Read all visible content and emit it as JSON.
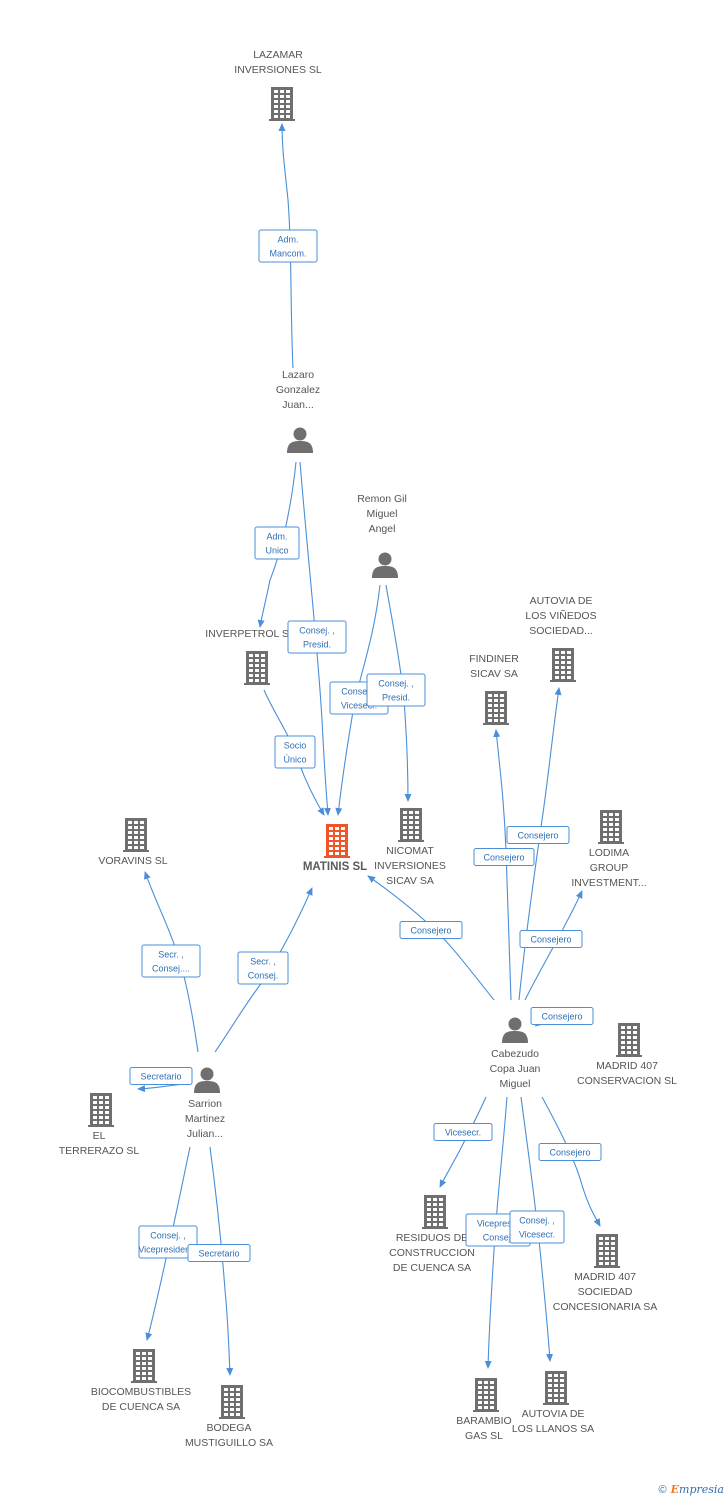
{
  "colors": {
    "edge": "#4a8fd8",
    "building": "#6f6f6f",
    "building_main": "#f0552a",
    "person": "#6f6f6f"
  },
  "nodes": [
    {
      "id": "lazamar",
      "type": "company",
      "lines": [
        "LAZAMAR",
        "INVERSIONES SL"
      ]
    },
    {
      "id": "lazaro",
      "type": "person",
      "lines": [
        "Lazaro",
        "Gonzalez",
        "Juan..."
      ]
    },
    {
      "id": "remon",
      "type": "person",
      "lines": [
        "Remon Gil",
        "Miguel",
        "Angel"
      ]
    },
    {
      "id": "inverpetrol",
      "type": "company",
      "lines": [
        "INVERPETROL SL"
      ]
    },
    {
      "id": "matinis",
      "type": "company",
      "main": true,
      "lines": [
        "MATINIS SL"
      ]
    },
    {
      "id": "nicomat",
      "type": "company",
      "lines": [
        "NICOMAT",
        "INVERSIONES",
        "SICAV SA"
      ]
    },
    {
      "id": "voravins",
      "type": "company",
      "lines": [
        "VORAVINS  SL"
      ]
    },
    {
      "id": "findiner",
      "type": "company",
      "lines": [
        "FINDINER",
        "SICAV SA"
      ]
    },
    {
      "id": "autovia_vinedos",
      "type": "company",
      "lines": [
        "AUTOVIA DE",
        "LOS VIÑEDOS",
        "SOCIEDAD..."
      ]
    },
    {
      "id": "lodima",
      "type": "company",
      "lines": [
        "LODIMA",
        "GROUP",
        "INVESTMENT..."
      ]
    },
    {
      "id": "cabezudo",
      "type": "person",
      "lines": [
        "Cabezudo",
        "Copa Juan",
        "Miguel"
      ]
    },
    {
      "id": "madrid407_cons",
      "type": "company",
      "lines": [
        "MADRID 407",
        "CONSERVACION SL"
      ]
    },
    {
      "id": "sarrion",
      "type": "person",
      "lines": [
        "Sarrion",
        "Martinez",
        "Julian..."
      ]
    },
    {
      "id": "terrerazo",
      "type": "company",
      "lines": [
        "EL",
        "TERRERAZO SL"
      ]
    },
    {
      "id": "residuos",
      "type": "company",
      "lines": [
        "RESIDUOS DE",
        "CONSTRUCCION",
        "DE CUENCA SA"
      ]
    },
    {
      "id": "madrid407_soc",
      "type": "company",
      "lines": [
        "MADRID 407",
        "SOCIEDAD",
        "CONCESIONARIA SA"
      ]
    },
    {
      "id": "biocombustibles",
      "type": "company",
      "lines": [
        "BIOCOMBUSTIBLES",
        "DE CUENCA SA"
      ]
    },
    {
      "id": "bodega",
      "type": "company",
      "lines": [
        "BODEGA",
        "MUSTIGUILLO SA"
      ]
    },
    {
      "id": "barambio",
      "type": "company",
      "lines": [
        "BARAMBIO",
        "GAS SL"
      ]
    },
    {
      "id": "autovia_llanos",
      "type": "company",
      "lines": [
        "AUTOVIA DE",
        "LOS LLANOS SA"
      ]
    }
  ],
  "edges": [
    {
      "from": "lazaro",
      "to": "lazamar",
      "label": [
        "Adm.",
        "Mancom."
      ]
    },
    {
      "from": "lazaro",
      "to": "inverpetrol",
      "label": [
        "Adm.",
        "Unico"
      ]
    },
    {
      "from": "lazaro",
      "to": "matinis",
      "label": [
        "Consej. ,",
        "Presid."
      ]
    },
    {
      "from": "inverpetrol",
      "to": "matinis",
      "label": [
        "Socio",
        "Único"
      ]
    },
    {
      "from": "remon",
      "to": "matinis",
      "label": [
        "Consej. ,",
        "Vicesecr."
      ]
    },
    {
      "from": "remon",
      "to": "nicomat",
      "label": [
        "Consej. ,",
        "Presid."
      ]
    },
    {
      "from": "cabezudo",
      "to": "matinis",
      "label": [
        "Consejero"
      ]
    },
    {
      "from": "cabezudo",
      "to": "findiner",
      "label": [
        "Consejero"
      ]
    },
    {
      "from": "cabezudo",
      "to": "autovia_vinedos",
      "label": [
        "Consejero"
      ]
    },
    {
      "from": "cabezudo",
      "to": "lodima",
      "label": [
        "Consejero"
      ]
    },
    {
      "from": "cabezudo",
      "to": "madrid407_cons",
      "label": [
        "Consejero"
      ]
    },
    {
      "from": "cabezudo",
      "to": "residuos",
      "label": [
        "Vicesecr."
      ]
    },
    {
      "from": "cabezudo",
      "to": "madrid407_soc",
      "label": [
        "Consejero"
      ]
    },
    {
      "from": "cabezudo",
      "to": "barambio",
      "label": [
        "Vicepres. ,",
        "Consej."
      ]
    },
    {
      "from": "cabezudo",
      "to": "autovia_llanos",
      "label": [
        "Consej. ,",
        "Vicesecr."
      ]
    },
    {
      "from": "sarrion",
      "to": "voravins",
      "label": [
        "Secr. ,",
        "Consej...."
      ]
    },
    {
      "from": "sarrion",
      "to": "matinis",
      "label": [
        "Secr. ,",
        "Consej."
      ]
    },
    {
      "from": "sarrion",
      "to": "terrerazo",
      "label": [
        "Secretario"
      ]
    },
    {
      "from": "sarrion",
      "to": "biocombustibles",
      "label": [
        "Consej. ,",
        "Vicepresidente"
      ]
    },
    {
      "from": "sarrion",
      "to": "bodega",
      "label": [
        "Secretario"
      ]
    }
  ],
  "footer": {
    "copyright": "©",
    "brand_initial": "E",
    "brand_rest": "mpresia"
  }
}
